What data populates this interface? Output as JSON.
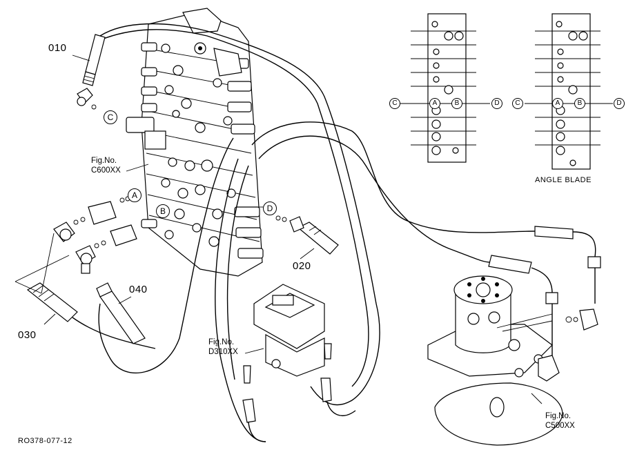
{
  "parts": {
    "p010": "010",
    "p020": "020",
    "p030": "030",
    "p040": "040"
  },
  "figures": {
    "c600": {
      "line1": "Fig.No.",
      "line2": "C600XX"
    },
    "d310": {
      "line1": "Fig.No.",
      "line2": "D310XX"
    },
    "c500": {
      "line1": "Fig.No.",
      "line2": "C500XX"
    }
  },
  "markers": {
    "a": "A",
    "b": "B",
    "c": "C",
    "d": "D"
  },
  "inset": {
    "caption": "ANGLE BLADE"
  },
  "drawing_code": "RO378-077-12"
}
